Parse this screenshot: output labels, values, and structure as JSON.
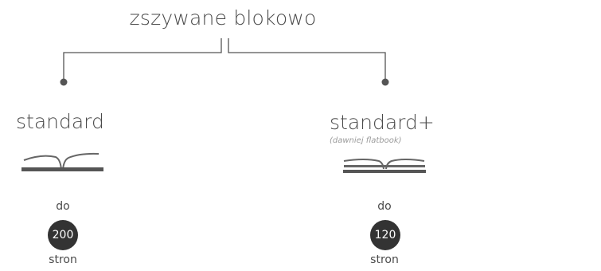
{
  "title": "zszywane blokowo",
  "variants": [
    {
      "name": "standard",
      "note": "",
      "prefix": "do",
      "pages": "200",
      "suffix": "stron",
      "icon": "open-book-icon"
    },
    {
      "name": "standard+",
      "note": "(dawniej flatbook)",
      "prefix": "do",
      "pages": "120",
      "suffix": "stron",
      "icon": "flat-open-book-icon"
    }
  ],
  "colors": {
    "text": "#4a4a4a",
    "line": "#555555",
    "badge": "#333333",
    "note": "#9a9a9a"
  }
}
